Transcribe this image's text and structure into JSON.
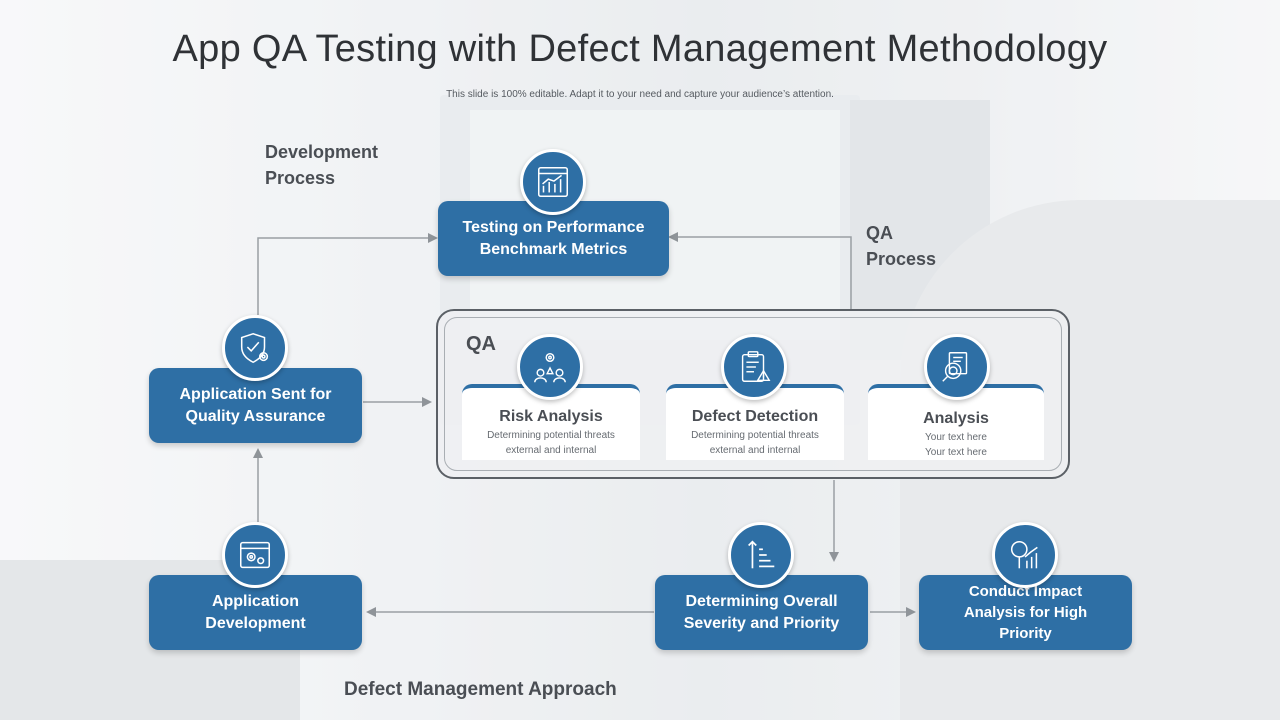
{
  "title": "App QA Testing with Defect Management Methodology",
  "subtitle": "This slide is 100% editable. Adapt it to your need and capture your audience’s attention.",
  "labels": {
    "development_process": [
      "Development",
      "Process"
    ],
    "qa_process": [
      "QA",
      "Process"
    ],
    "defect_management": "Defect Management Approach"
  },
  "nodes": {
    "testing_performance": [
      "Testing on Performance",
      "Benchmark Metrics"
    ],
    "application_sent": [
      "Application Sent for",
      "Quality Assurance"
    ],
    "application_development": [
      "Application",
      "Development"
    ],
    "determining_severity": [
      "Determining Overall",
      "Severity and Priority"
    ],
    "conduct_impact": [
      "Conduct Impact",
      "Analysis for High",
      "Priority"
    ]
  },
  "qa": {
    "title": "QA",
    "cards": [
      {
        "title": "Risk Analysis",
        "desc": [
          "Determining potential threats",
          "external and internal"
        ]
      },
      {
        "title": "Defect Detection",
        "desc": [
          "Determining potential threats",
          "external and internal"
        ]
      },
      {
        "title": "Analysis",
        "desc": [
          "Your text here",
          "Your text here"
        ]
      }
    ]
  },
  "icons": {
    "testing_performance": "chart-dashboard-icon",
    "application_sent": "shield-gear-icon",
    "application_development": "browser-gear-icon",
    "risk_analysis": "team-gear-icon",
    "defect_detection": "clipboard-warning-icon",
    "analysis": "magnifier-document-icon",
    "determining_severity": "sort-ascending-icon",
    "conduct_impact": "magnifier-chart-icon"
  },
  "colors": {
    "primary": "#2e6fa5",
    "text_dark": "#2f3236",
    "label": "#4a4e54"
  }
}
